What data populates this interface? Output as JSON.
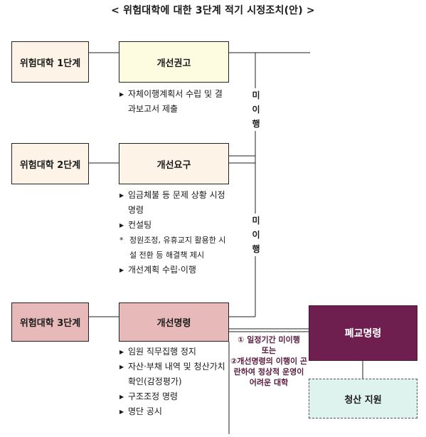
{
  "title": "< 위험대학에 대한 3단계 적기 시정조치(안) >",
  "levels": [
    {
      "label": "위험대학 1단계"
    },
    {
      "label": "위험대학 2단계"
    },
    {
      "label": "위험대학 3단계"
    }
  ],
  "actions": [
    {
      "label": "개선권고"
    },
    {
      "label": "개선요구"
    },
    {
      "label": "개선명령"
    }
  ],
  "notes1": [
    "자체이행계획서 수립 및 결과보고서 제출"
  ],
  "notes2": [
    "임금체불 등 문제 상황 시정 명령",
    "컨설팅",
    "정원조정, 유휴교지 활용한 시설 전환 등 해결책 제시",
    "개선계획 수립·이행"
  ],
  "notes3": [
    "임원 직무집행 정지",
    "자산·부채 내역 및 청산가치 확인(감정평가)",
    "구조조정 명령",
    "명단 공시"
  ],
  "nonperformance": [
    "미",
    "이",
    "행"
  ],
  "conditions": {
    "line1": "① 일정기간 미이행",
    "or": "또는",
    "line2": "②개선명령의 이행이 곤란하여 정상적 운영이 어려운 대학"
  },
  "closure": {
    "label": "폐교명령"
  },
  "liquidation": {
    "label": "청산 지원"
  },
  "colors": {
    "level_fill": "#fdf3e6",
    "level3_fill": "#e8b9b9",
    "action1_fill": "#fdfbe0",
    "closure_fill": "#6e1f4f",
    "liquidation_fill": "#dff3ee"
  }
}
